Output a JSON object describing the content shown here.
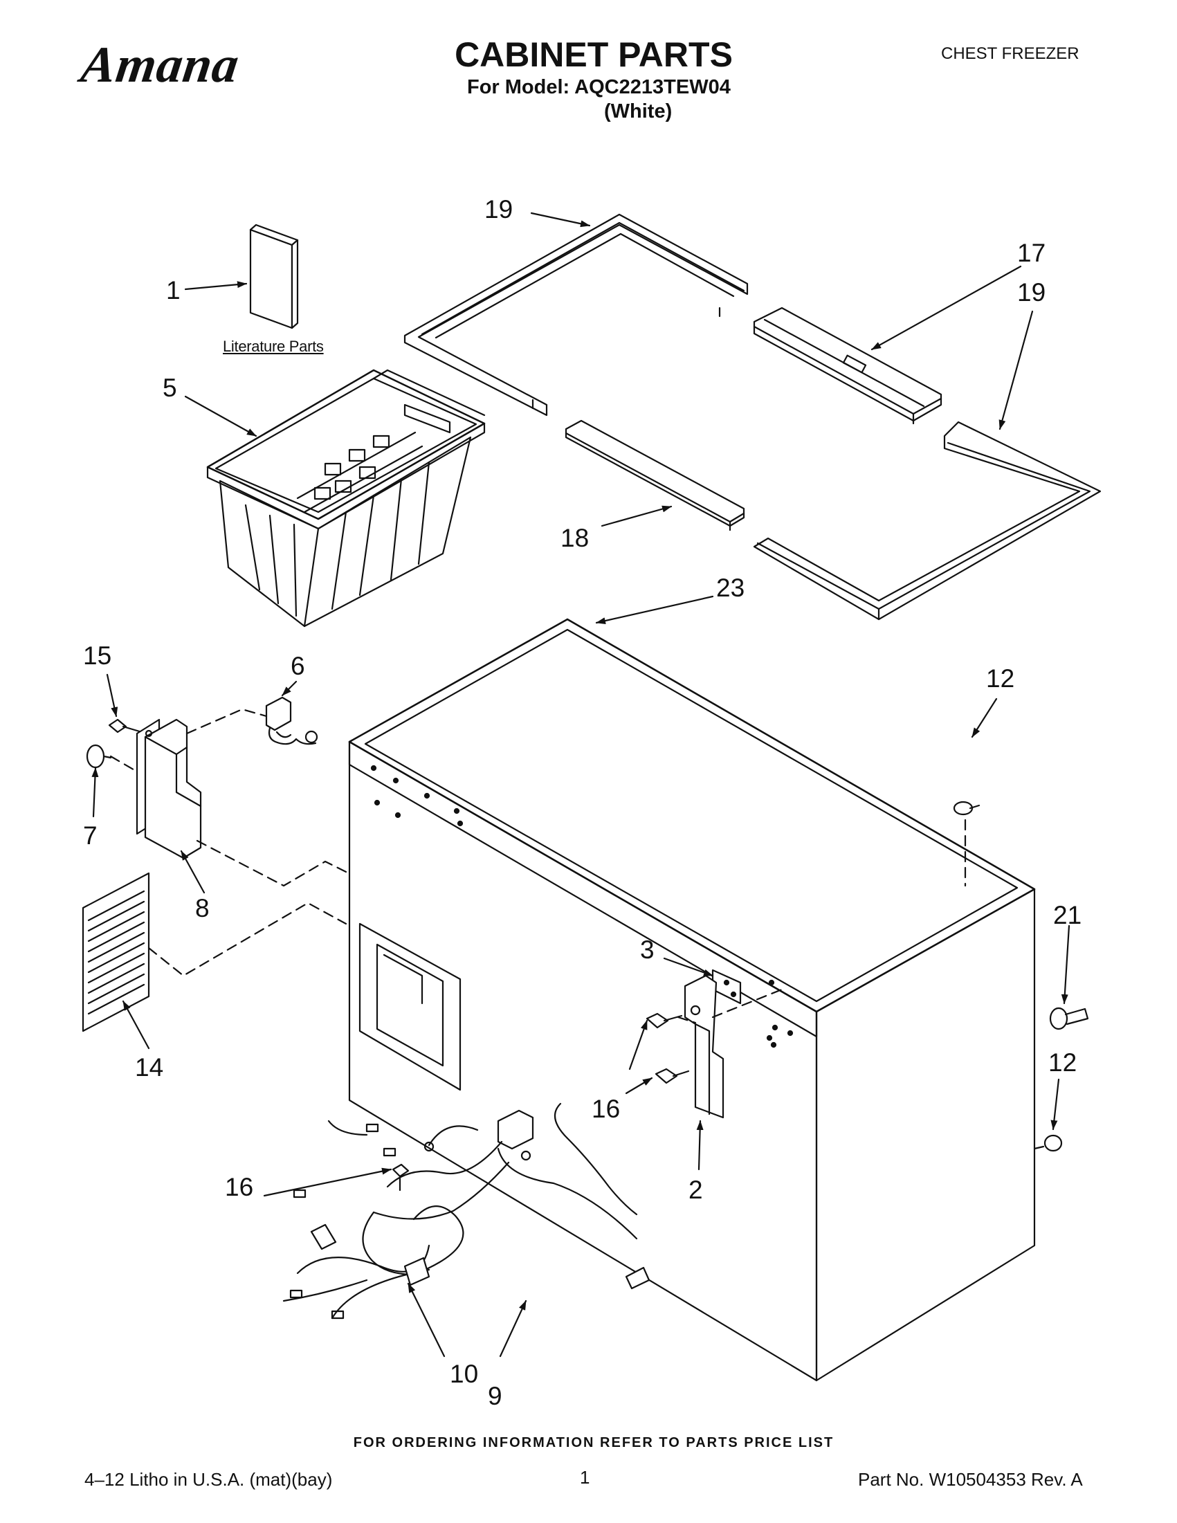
{
  "header": {
    "brand": "Amana",
    "title": "CABINET PARTS",
    "model_line": "For Model: AQC2213TEW04",
    "color_line": "(White)",
    "product_type": "CHEST FREEZER"
  },
  "diagram": {
    "literature_label": "Literature Parts",
    "callouts": [
      "19",
      "17",
      "19",
      "1",
      "5",
      "18",
      "23",
      "15",
      "6",
      "12",
      "7",
      "8",
      "14",
      "3",
      "21",
      "12",
      "16",
      "2",
      "16",
      "10",
      "9"
    ]
  },
  "footer": {
    "ordering_note": "FOR ORDERING INFORMATION REFER TO PARTS PRICE LIST",
    "litho": "4–12 Litho in U.S.A. (mat)(bay)",
    "page_number": "1",
    "part_number": "Part No. W10504353 Rev. A"
  }
}
